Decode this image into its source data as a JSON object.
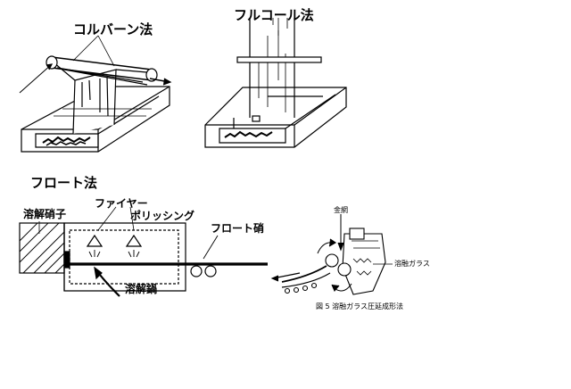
{
  "titles": {
    "colburn": "コルバーン法",
    "fourcault": "フルコール法",
    "float": "フロート法"
  },
  "labels": {
    "melt_glass": "溶解硝子",
    "fire": "ファイヤー",
    "polishing": "ポリッシング",
    "float_glass": "フロート硝",
    "melt_furnace": "溶解鍋",
    "wire_mesh": "金網",
    "molten_glass": "溶融ガラス",
    "caption": "図 5  溶融ガラス圧延成形法"
  },
  "colors": {
    "ink": "#000000",
    "paper": "#ffffff"
  }
}
